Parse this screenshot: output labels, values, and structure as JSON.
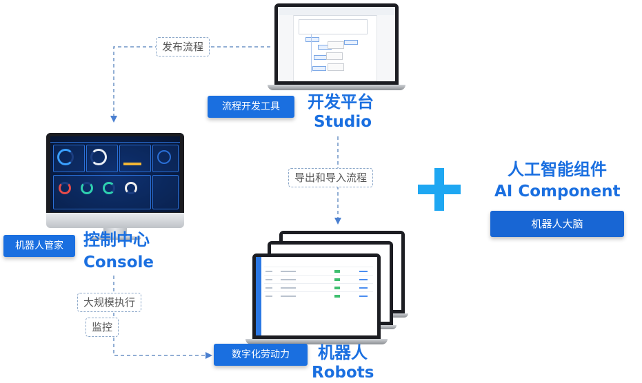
{
  "edges": {
    "publish": "发布流程",
    "export_import": "导出和导入流程",
    "mass_execute": "大规模执行",
    "monitor": "监控"
  },
  "studio": {
    "tag": "流程开发工具",
    "title_cn": "开发平台",
    "title_en": "Studio"
  },
  "console": {
    "tag": "机器人管家",
    "title_cn": "控制中心",
    "title_en": "Console"
  },
  "robots": {
    "tag": "数字化劳动力",
    "title_cn": "机器人",
    "title_en": "Robots"
  },
  "ai": {
    "plus_symbol": "+",
    "title_cn": "人工智能组件",
    "title_en": "AI Component",
    "tag": "机器人大脑"
  },
  "colors": {
    "accent": "#1a6fe0",
    "plus": "#1ea7f2",
    "dash": "#8aa6c8",
    "ai_tag": "#1866d4"
  }
}
